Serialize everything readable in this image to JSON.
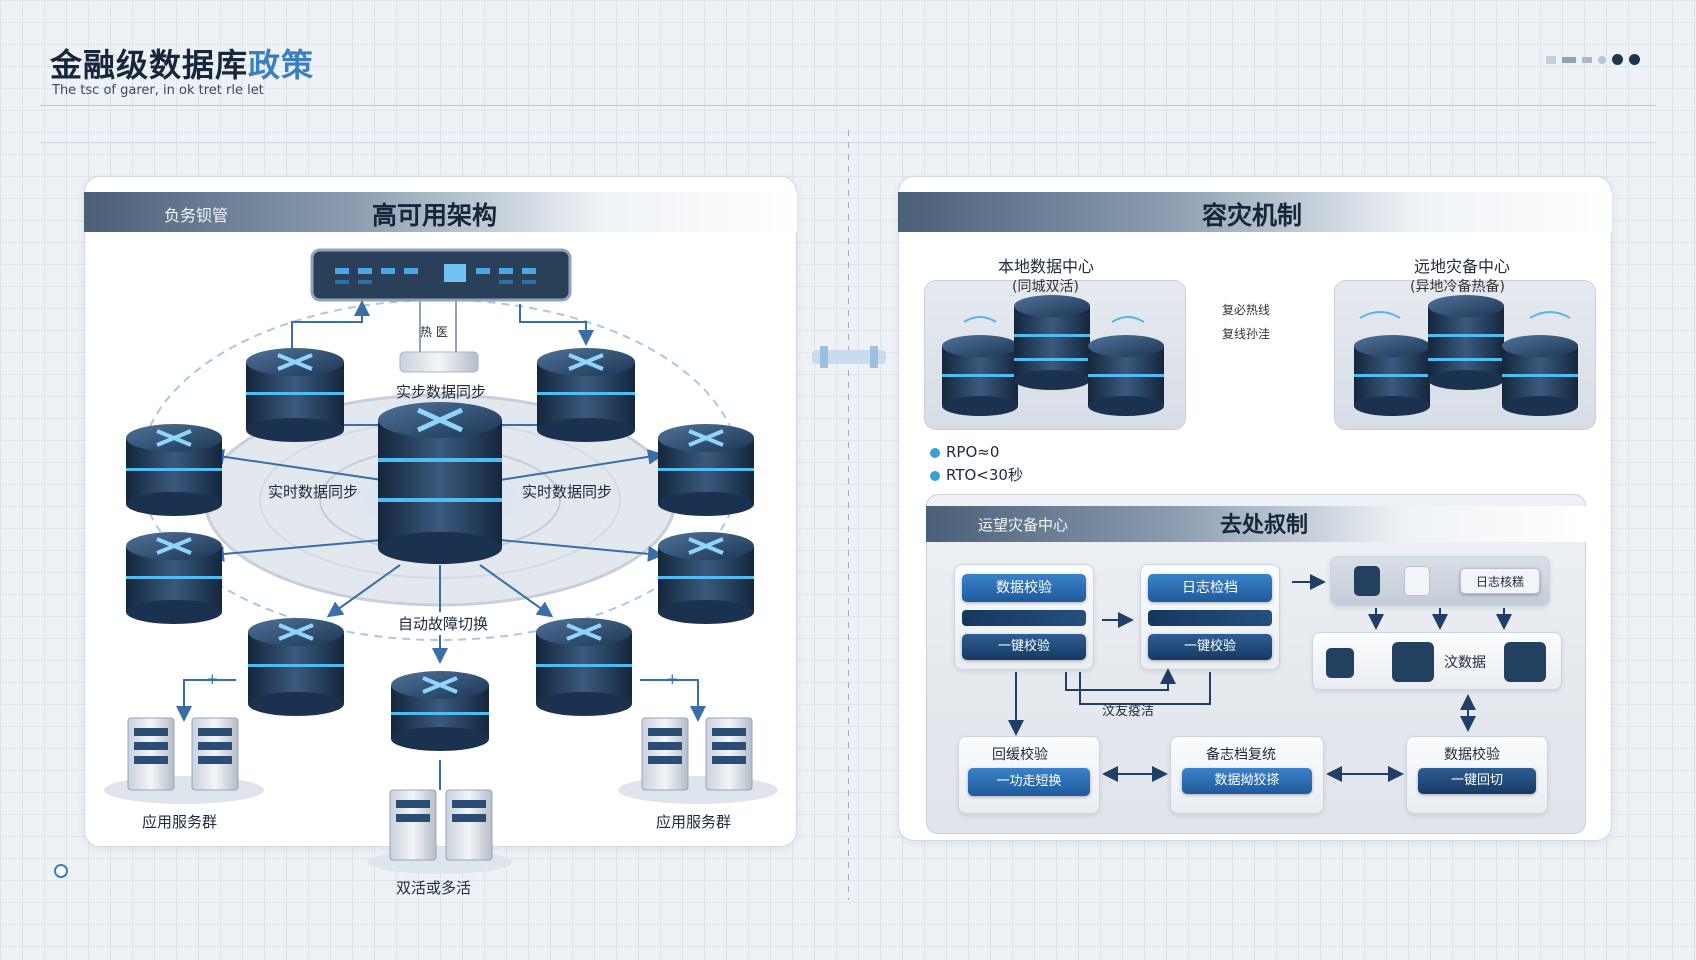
{
  "page": {
    "title_main": "金融级数据库",
    "title_accent": "政策",
    "subtitle": "The tsc of garer, in ok tret rle let"
  },
  "ha_panel": {
    "tag": "负务钡管",
    "title": "高可用架构",
    "switch_label": "热 医",
    "sync_top": "实步数据同步",
    "sync_left": "实时数据同步",
    "sync_right": "实时数据同步",
    "failover": "自动故障切换",
    "app_left": "应用服务群",
    "app_right": "应用服务群",
    "active": "双活或多活",
    "plus": "+"
  },
  "dr_panel": {
    "title": "容灾机制",
    "local_dc": "本地数据中心",
    "local_dc_sub": "(同城双活)",
    "remote_dc": "远地灾备中心",
    "remote_dc_sub": "(异地冷备热备)",
    "link_1": "复必热线",
    "link_2": "复线孙洼",
    "rpo": "RPO≈0",
    "rto": "RTO<30秒",
    "mech": {
      "tag": "运望灾备中心",
      "title": "去处叔制",
      "card1": {
        "title": "数据校验",
        "action": "一键校验"
      },
      "card2": {
        "title": "日志检档",
        "action": "一键校验"
      },
      "log_check": "日志核糕",
      "data_label": "汶数据",
      "loop_label": "汶友疫洁",
      "bottom1": {
        "title": "回缓校验",
        "action": "一功走短换"
      },
      "bottom2": {
        "title": "备志档复统",
        "action": "数据拗狡搽"
      },
      "bottom3": {
        "title": "数据校验",
        "action": "一键回切"
      }
    }
  },
  "colors": {
    "accent": "#3a7fc0",
    "server_dark": "#1e3550",
    "glow": "#3fb0ea",
    "header_dark": "#4a5f78"
  }
}
